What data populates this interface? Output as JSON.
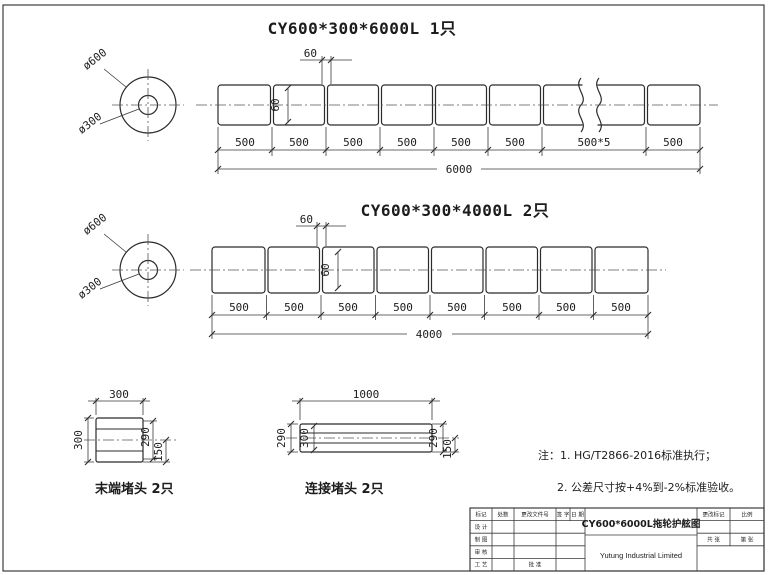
{
  "drawing1": {
    "title": "CY600*300*6000L 1只",
    "dia_outer": "ø600",
    "dia_inner": "ø300",
    "groove_width": "60",
    "groove_depth": "60",
    "segments": [
      "500",
      "500",
      "500",
      "500",
      "500",
      "500",
      "500*5",
      "500"
    ],
    "total": "6000"
  },
  "drawing2": {
    "title": "CY600*300*4000L 2只",
    "dia_outer": "ø600",
    "dia_inner": "ø300",
    "groove_width": "60",
    "groove_depth": "60",
    "segments": [
      "500",
      "500",
      "500",
      "500",
      "500",
      "500",
      "500",
      "500"
    ],
    "total": "4000"
  },
  "end_plug": {
    "label": "末端堵头  2只",
    "dim_width": "300",
    "dim_height": "300",
    "dim_inner": "290",
    "dim_half": "150"
  },
  "connector_plug": {
    "label": "连接堵头  2只",
    "dim_length": "1000",
    "dim_left": "290",
    "dim_bore": "300",
    "dim_right": "290",
    "dim_half": "150"
  },
  "notes": [
    "注：1. HG/T2866-2016标准执行；",
    "2. 公差尺寸按+4%到-2%标准验收。"
  ],
  "title_block": {
    "drawing_title": "CY600*6000L拖轮护舷图",
    "company": "Yutung Industrial Limited",
    "col_mark": "标记",
    "col_count": "处数",
    "col_change_doc": "更改文件号",
    "col_sign": "签 字",
    "col_date": "日 期",
    "row_design": "设 计",
    "row_draft": "制 图",
    "row_check": "审 核",
    "row_process": "工 艺",
    "row_approve": "批 准",
    "change_mark": "更改标记",
    "scale": "比例",
    "sheets_total": "共  张",
    "sheet_no": "第  张"
  }
}
